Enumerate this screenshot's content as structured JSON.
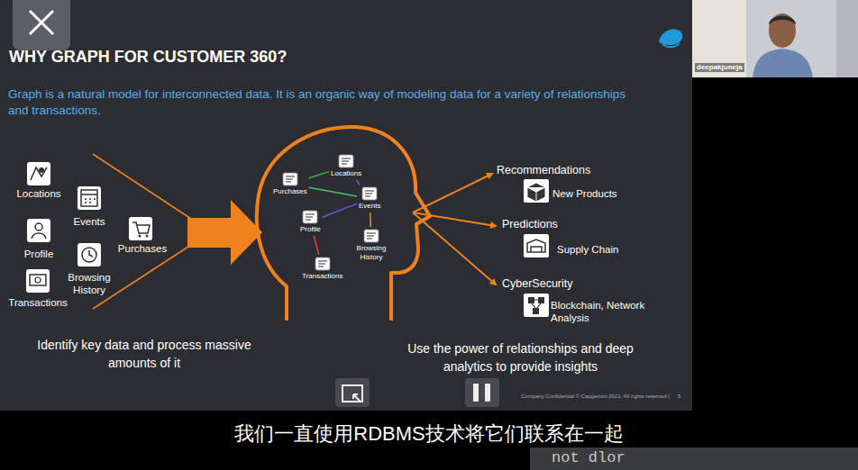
{
  "diagram": {
    "title": "WHY GRAPH FOR CUSTOMER 360?",
    "nodes": [
      {
        "text": [
          "Purchases"
        ]
      },
      {
        "text": [
          "Locations"
        ]
      },
      {
        "text": [
          "Events"
        ]
      },
      {
        "text": [
          "Profile"
        ]
      },
      {
        "text": [
          "Browsing History"
        ]
      },
      {
        "text": [
          "Transactions"
        ]
      }
    ],
    "edges": [
      {
        "from": 0,
        "to": 1,
        "arrow": "none"
      },
      {
        "from": 0,
        "to": 2,
        "arrow": "none"
      },
      {
        "from": 1,
        "to": 2,
        "arrow": "none"
      },
      {
        "from": 3,
        "to": 2,
        "arrow": "none"
      },
      {
        "from": 4,
        "to": 2,
        "arrow": "none"
      },
      {
        "from": 5,
        "to": 3,
        "arrow": "none"
      }
    ],
    "labels": [
      "Graph is a natural model for interconnected data.  It is an organic way of modeling data for a variety  of relationships and transactions.",
      "Locations",
      "Events",
      "Purchases",
      "Profile",
      "Browsing History",
      "Transactions",
      "Identify key data and process massive amounts of it",
      "Recommendations",
      "New Products",
      "Predictions",
      "Supply Chain",
      "CyberSecurity",
      "Blockchain, Network Analysis",
      "Use the power of relationships and deep analytics to provide insights",
      "Company Confidential © Capgemini 2021. All rights reserved |",
      "5",
      "deepakjuneja",
      "我们一直使用RDBMS技术将它们联系在一起",
      "not dlor"
    ]
  }
}
